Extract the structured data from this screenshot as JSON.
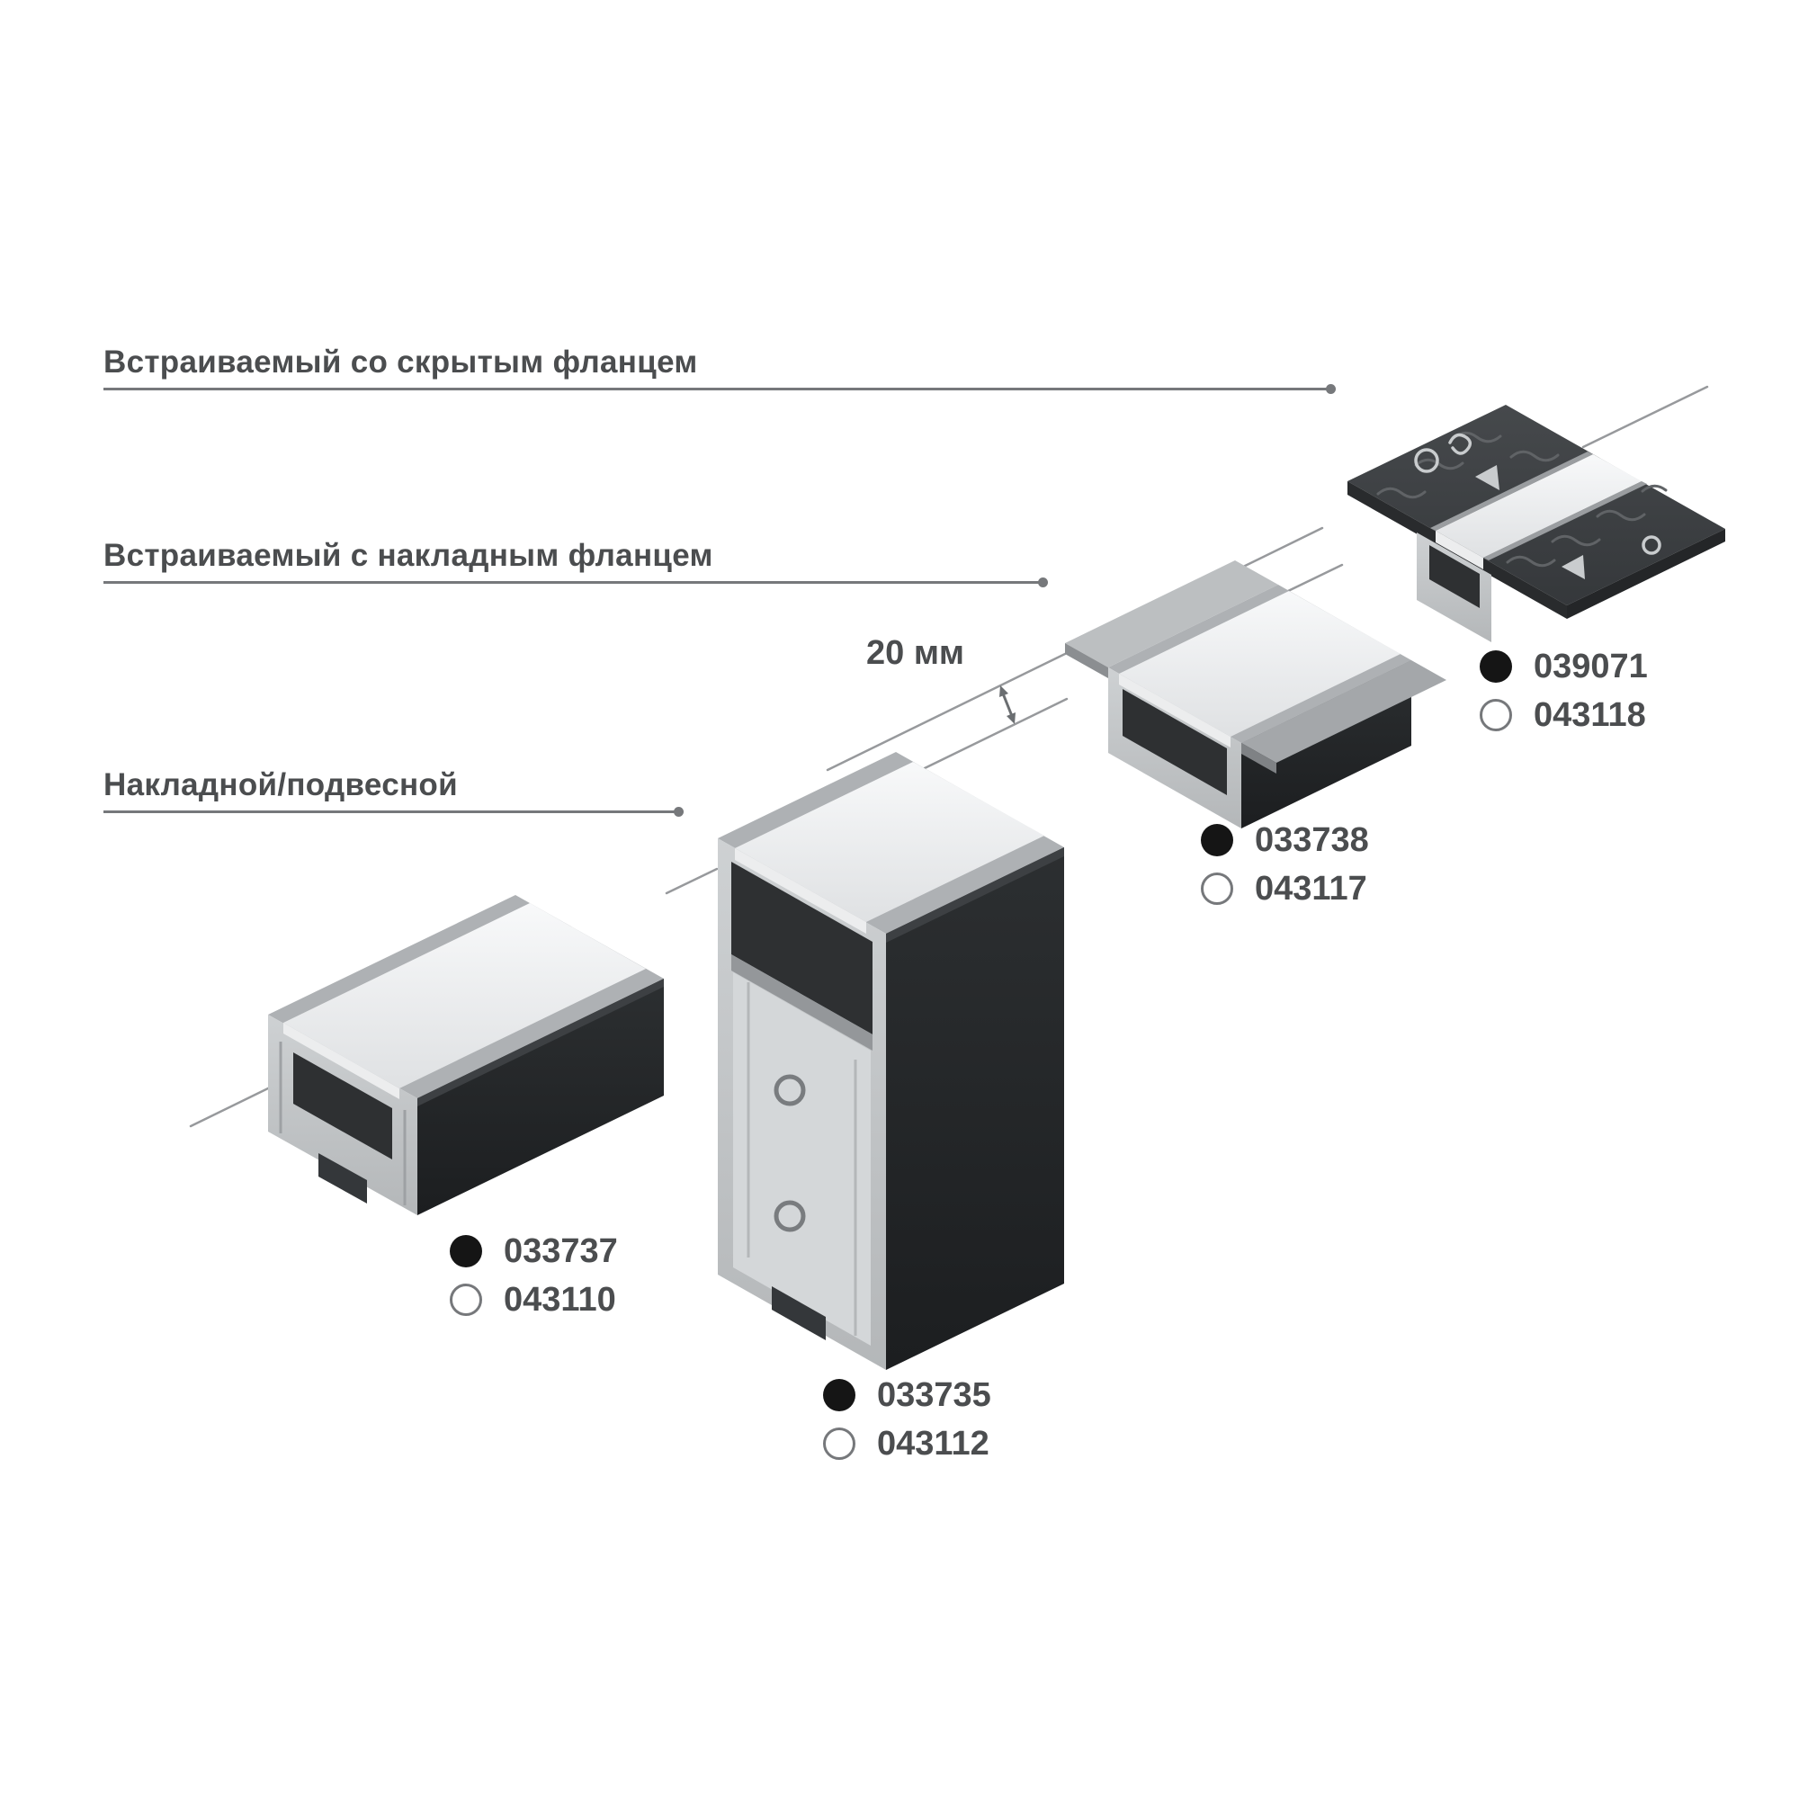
{
  "labels": [
    {
      "text": "Встраиваемый со скрытым фланцем"
    },
    {
      "text": "Встраиваемый с накладным фланцем"
    },
    {
      "text": "Накладной/подвесной"
    }
  ],
  "dimension": {
    "text": "20 мм"
  },
  "products": [
    {
      "black_code": "033737",
      "white_code": "043110"
    },
    {
      "black_code": "033735",
      "white_code": "043112"
    },
    {
      "black_code": "033738",
      "white_code": "043117"
    },
    {
      "black_code": "039071",
      "white_code": "043118"
    }
  ],
  "icons": {
    "black_variant_icon": "filled-circle",
    "white_variant_icon": "outline-circle"
  },
  "colors": {
    "text": "#4b4d4f",
    "leader_line": "#76787b",
    "guide_line": "#97999c",
    "profile_black": "#232527",
    "aluminum": "#c6c9cb",
    "diffuser": "#f4f5f6",
    "panel_dark": "#3f4245"
  }
}
